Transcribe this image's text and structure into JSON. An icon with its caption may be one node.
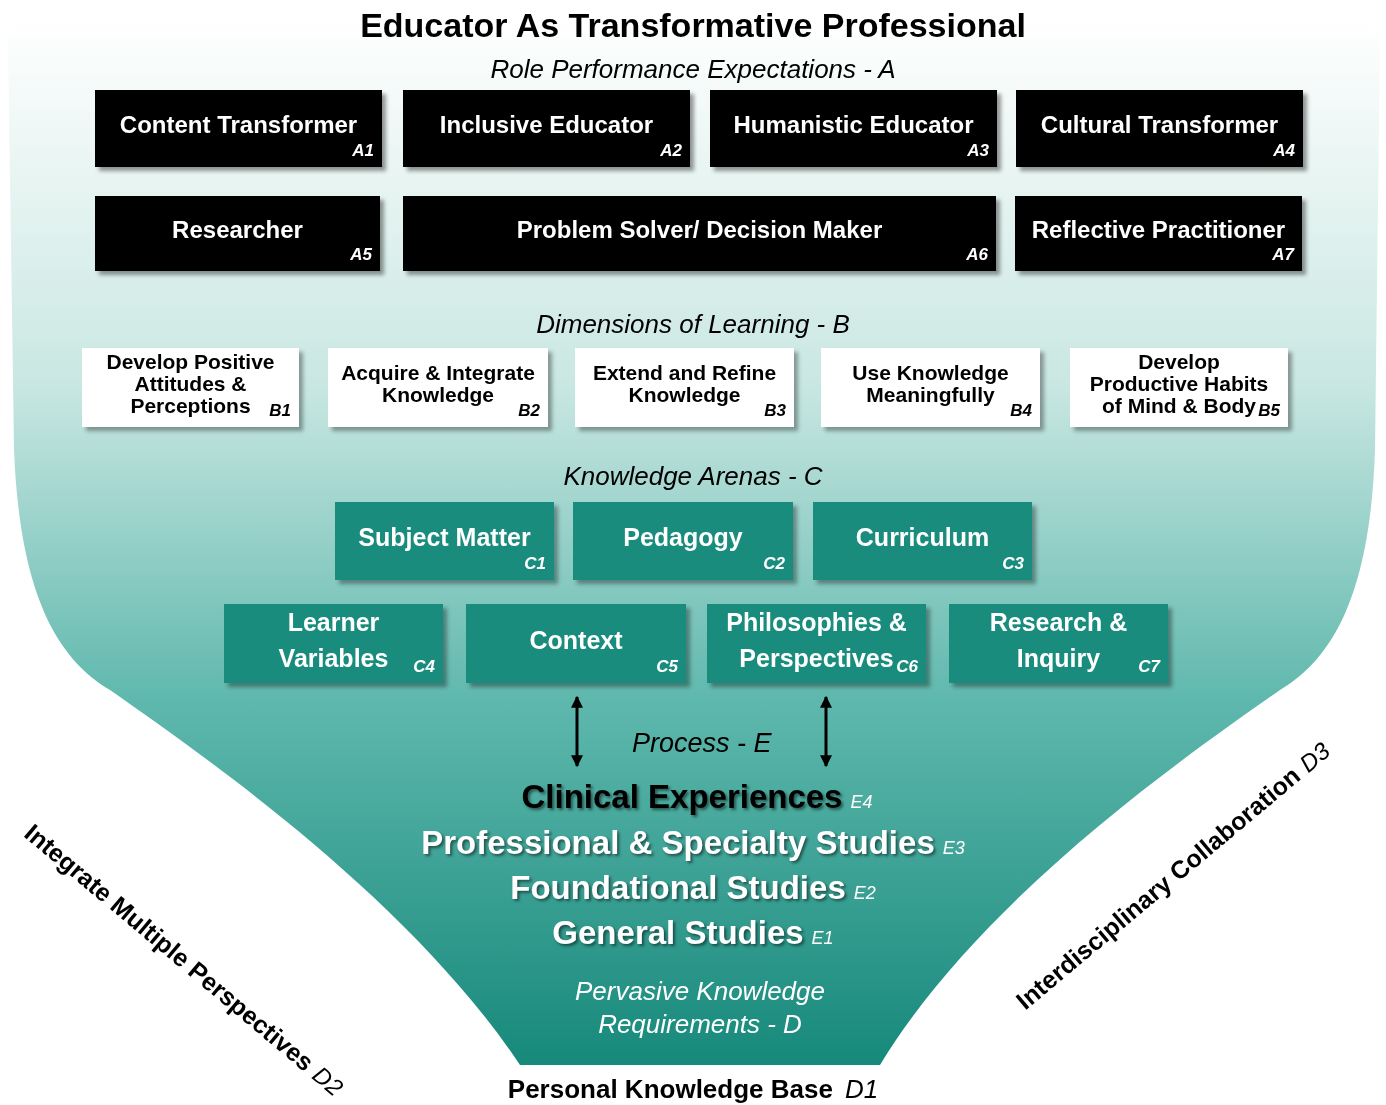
{
  "diagram": {
    "title": "Educator As Transformative Professional",
    "nodes": [
      {
        "text": [
          "Content Transformer",
          "A1"
        ]
      },
      {
        "text": [
          "Inclusive Educator",
          "A2"
        ]
      },
      {
        "text": [
          "Humanistic Educator",
          "A3"
        ]
      },
      {
        "text": [
          "Cultural Transformer",
          "A4"
        ]
      },
      {
        "text": [
          "Researcher",
          "A5"
        ]
      },
      {
        "text": [
          "Problem Solver/ Decision Maker",
          "A6"
        ]
      },
      {
        "text": [
          "Reflective Practitioner",
          "A7"
        ]
      },
      {
        "text": [
          "Develop Positive Attitudes & Perceptions",
          "B1"
        ]
      },
      {
        "text": [
          "Acquire & Integrate Knowledge",
          "B2"
        ]
      },
      {
        "text": [
          "Extend and Refine Knowledge",
          "B3"
        ]
      },
      {
        "text": [
          "Use Knowledge Meaningfully",
          "B4"
        ]
      },
      {
        "text": [
          "Develop Productive Habits of Mind & Body",
          "B5"
        ]
      },
      {
        "text": [
          "Subject Matter",
          "C1"
        ]
      },
      {
        "text": [
          "Pedagogy",
          "C2"
        ]
      },
      {
        "text": [
          "Curriculum",
          "C3"
        ]
      },
      {
        "text": [
          "Learner Variables",
          "C4"
        ]
      },
      {
        "text": [
          "Context",
          "C5"
        ]
      },
      {
        "text": [
          "Philosophies & Perspectives",
          "C6"
        ]
      },
      {
        "text": [
          "Research & Inquiry",
          "C7"
        ]
      },
      {
        "text": [
          "Clinical Experiences",
          "E4"
        ]
      }
    ],
    "edges": [
      {
        "from": 16,
        "to": 19,
        "arrow": "both"
      },
      {
        "from": 17,
        "to": 19,
        "arrow": "both"
      }
    ],
    "labels": [
      "Role Performance Expectations - A",
      "Dimensions of Learning - B",
      "Knowledge Arenas - C",
      "Process - E",
      "Professional & Specialty Studies",
      "E3",
      "Foundational Studies",
      "E2",
      "General Studies",
      "E1",
      "Pervasive Knowledge Requirements - D",
      "Integrate Multiple Perspectives",
      "D2",
      "Interdisciplinary Collaboration",
      "D3",
      "Personal Knowledge Base",
      "D1"
    ]
  }
}
